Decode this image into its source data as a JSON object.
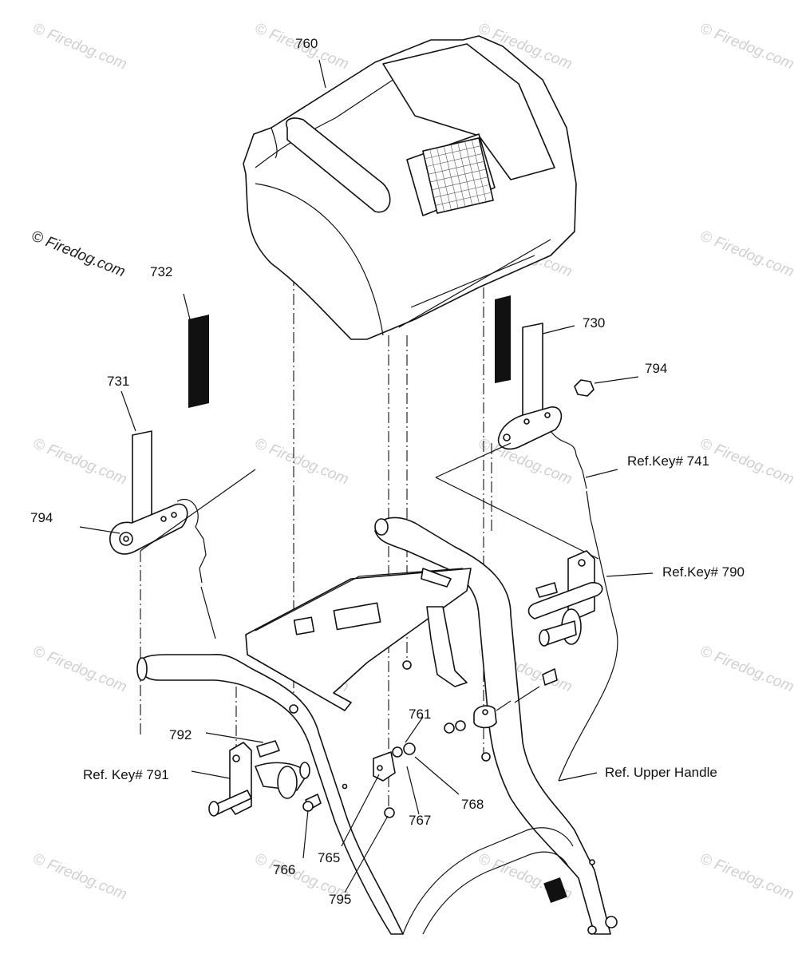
{
  "labels": {
    "p760": "760",
    "p732": "732",
    "p730": "730",
    "p731": "731",
    "p794a": "794",
    "p794b": "794",
    "ref741": "Ref.Key# 741",
    "ref790": "Ref.Key# 790",
    "p792": "792",
    "ref791": "Ref. Key# 791",
    "p761": "761",
    "p768": "768",
    "p767": "767",
    "p765": "765",
    "p766": "766",
    "p795": "795",
    "refUpper": "Ref. Upper Handle"
  },
  "watermark": {
    "text": "© Firedog.com"
  }
}
